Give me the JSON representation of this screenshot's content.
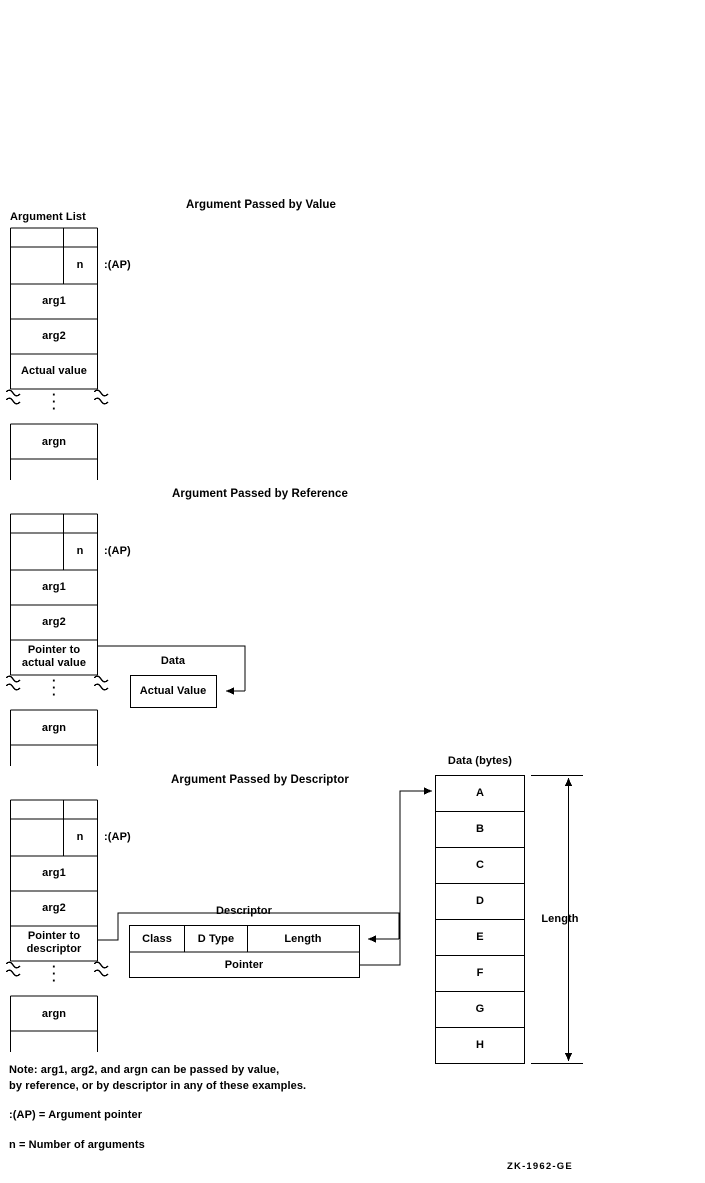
{
  "figure": {
    "id_label": "ZK-1962-GE",
    "argument_list_caption": "Argument List"
  },
  "sections": [
    {
      "key": "by_value",
      "title": "Argument Passed by Value",
      "ap_label": ":(AP)",
      "count_cell": "n",
      "rows": [
        "arg1",
        "arg2",
        "Actual value",
        "",
        "argn"
      ]
    },
    {
      "key": "by_reference",
      "title": "Argument Passed by Reference",
      "ap_label": ":(AP)",
      "count_cell": "n",
      "rows": [
        "arg1",
        "arg2",
        "Pointer to actual value",
        "",
        "argn"
      ],
      "pointer_row_line1": "Pointer to",
      "pointer_row_line2": "actual value",
      "data_caption": "Data",
      "data_box_label": "Actual Value"
    },
    {
      "key": "by_descriptor",
      "title": "Argument Passed by Descriptor",
      "ap_label": ":(AP)",
      "count_cell": "n",
      "rows": [
        "arg1",
        "arg2",
        "Pointer to descriptor",
        "",
        "argn"
      ],
      "pointer_row_line1": "Pointer to",
      "pointer_row_line2": "descriptor",
      "descriptor_caption": "Descriptor",
      "descriptor_fields": [
        "Class",
        "D Type",
        "Length"
      ],
      "descriptor_pointer_label": "Pointer",
      "data_caption": "Data (bytes)",
      "data_bytes": [
        "A",
        "B",
        "C",
        "D",
        "E",
        "F",
        "G",
        "H"
      ],
      "length_label": "Length"
    }
  ],
  "notes": {
    "note_line1": "Note: arg1, arg2, and argn  can be passed by value,",
    "note_line2": "by reference, or by descriptor in any of these examples.",
    "ap_definition": ":(AP) = Argument pointer",
    "n_definition": "n = Number of arguments"
  },
  "colors": {
    "stroke": "#000000",
    "background": "#ffffff"
  }
}
